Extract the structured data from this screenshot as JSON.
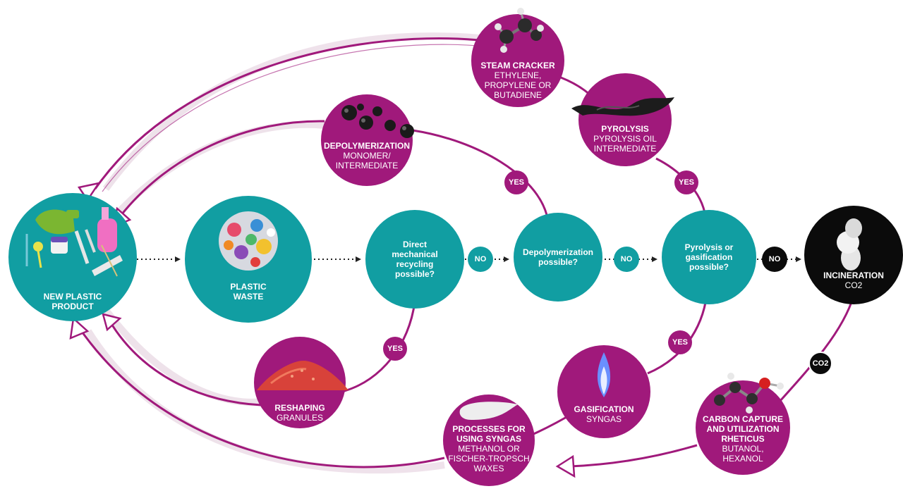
{
  "nodes": {
    "new_plastic": {
      "title": "NEW PLASTIC",
      "title2": "PRODUCT"
    },
    "plastic_waste": {
      "title": "PLASTIC",
      "title2": "WASTE"
    },
    "direct_mechanical": {
      "text": "Direct mechanical recycling possible?"
    },
    "depoly_possible": {
      "text": "Depolymerization possible?"
    },
    "pyrolysis_possible": {
      "text": "Pyrolysis or gasification possible?"
    },
    "incineration": {
      "title": "INCINERATION",
      "sub": "CO2"
    },
    "steam_cracker": {
      "title": "STEAM CRACKER",
      "sub1": "ETHYLENE,",
      "sub2": "PROPYLENE OR",
      "sub3": "BUTADIENE"
    },
    "depolymerization": {
      "title": "DEPOLYMERIZATION",
      "sub1": "MONOMER/",
      "sub2": "INTERMEDIATE"
    },
    "pyrolysis": {
      "title": "PYROLYSIS",
      "sub1": "PYROLYSIS OIL",
      "sub2": "INTERMEDIATE"
    },
    "reshaping": {
      "title": "RESHAPING",
      "sub": "GRANULES"
    },
    "gasification": {
      "title": "GASIFICATION",
      "sub": "SYNGAS"
    },
    "syngas_processes": {
      "title1": "PROCESSES FOR",
      "title2": "USING SYNGAS",
      "sub1": "METHANOL OR",
      "sub2": "FISCHER-TROPSCH",
      "sub3": "WAXES"
    },
    "carbon_capture": {
      "title1": "CARBON CAPTURE",
      "title2": "AND UTILIZATION",
      "title3": "RHETICUS",
      "sub1": "BUTANOL,",
      "sub2": "HEXANOL"
    }
  },
  "badges": {
    "yes": "YES",
    "no": "NO",
    "co2": "CO2"
  },
  "colors": {
    "teal": "#119ea2",
    "magenta": "#a0197b",
    "black": "#0b0b0b"
  }
}
